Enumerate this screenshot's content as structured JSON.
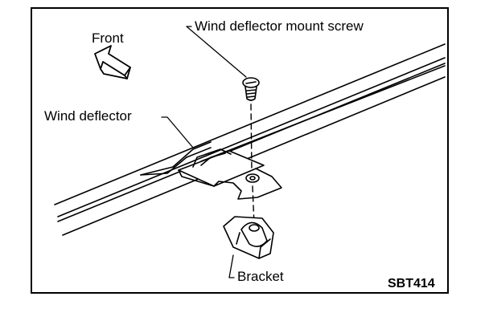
{
  "labels": {
    "mount_screw": "Wind deflector mount screw",
    "front": "Front",
    "wind_deflector": "Wind deflector",
    "bracket": "Bracket"
  },
  "figure_code": "SBT414",
  "icons": {
    "front_arrow": "arrow-up-left-icon"
  },
  "colors": {
    "ink": "#000000",
    "paper": "#ffffff"
  }
}
